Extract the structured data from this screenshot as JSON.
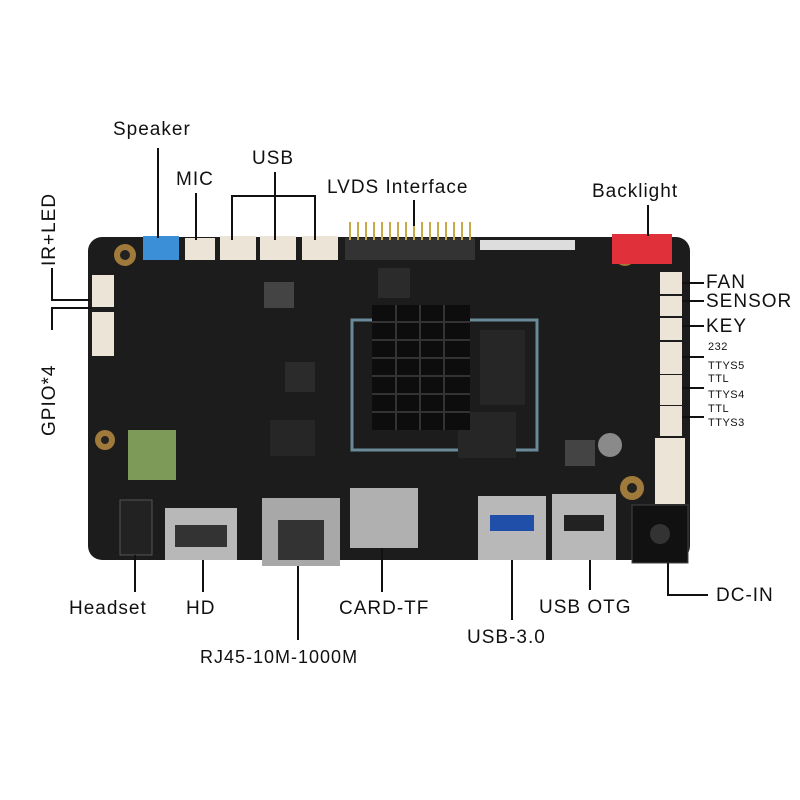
{
  "labels": {
    "speaker": "Speaker",
    "mic": "MIC",
    "usb": "USB",
    "lvds": "LVDS Interface",
    "backlight": "Backlight",
    "ir_led": "IR+LED",
    "gpio": "GPIO*4",
    "fan": "FAN",
    "sensor": "SENSOR",
    "key": "KEY",
    "uart5_type": "232",
    "uart5_name": "TTYS5",
    "uart4_type": "TTL",
    "uart4_name": "TTYS4",
    "uart3_type": "TTL",
    "uart3_name": "TTYS3",
    "headset": "Headset",
    "hd": "HD",
    "rj45": "RJ45-10M-1000M",
    "card_tf": "CARD-TF",
    "usb3": "USB-3.0",
    "usb_otg": "USB OTG",
    "dc_in": "DC-IN"
  },
  "colors": {
    "pcb": "#1c1c1c",
    "speaker_connector": "#3a8fd6",
    "backlight_connector": "#e0303a",
    "white_connector": "#ece4d6",
    "heatsink": "#0d0d0d",
    "metal": "#b8b8b8"
  }
}
